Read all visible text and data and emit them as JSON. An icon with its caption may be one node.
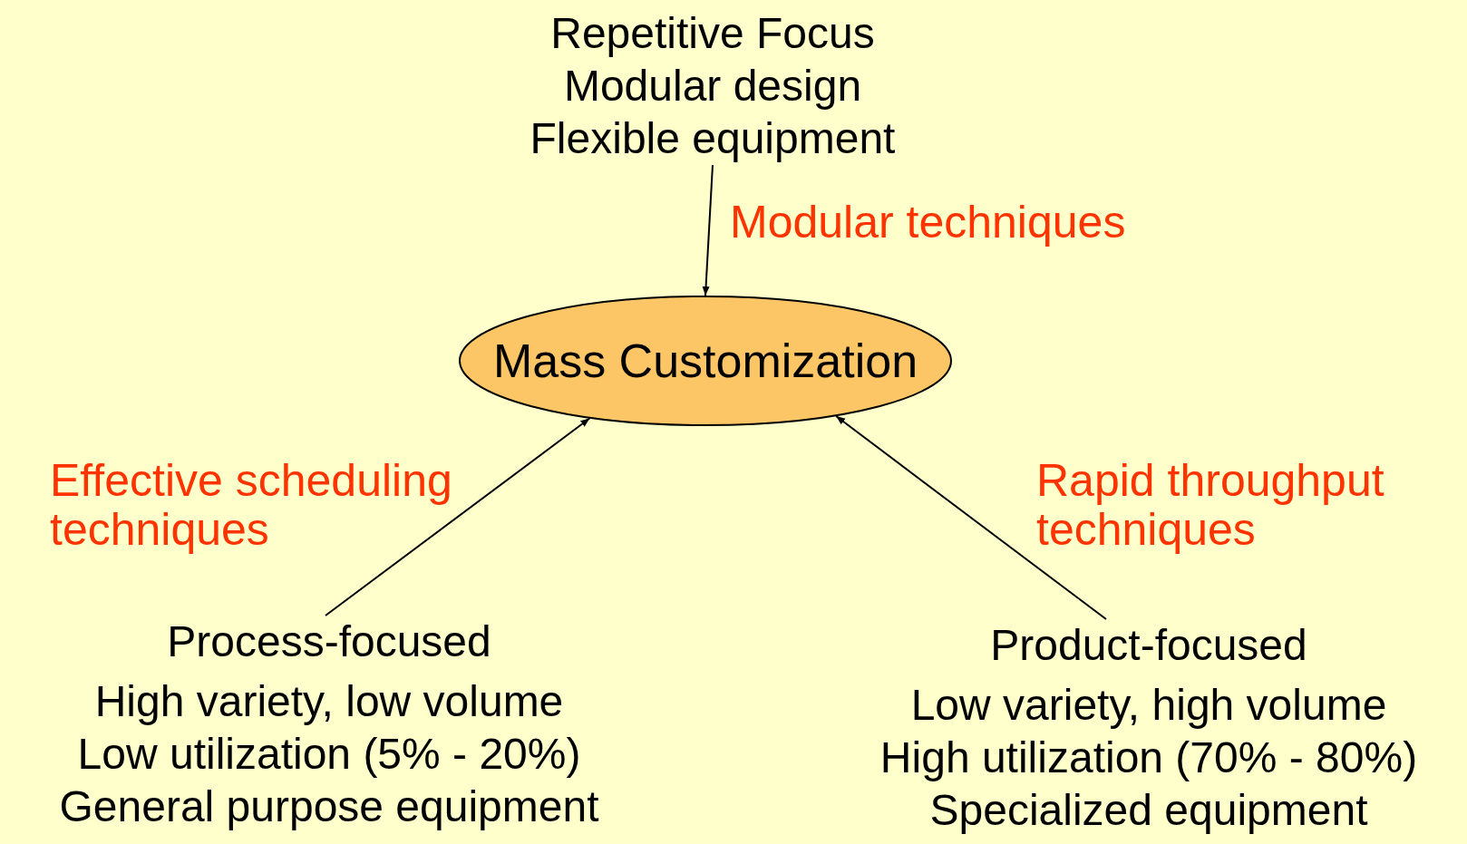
{
  "diagram": {
    "nodes": [
      {
        "text": [
          "Repetitive Focus",
          "Modular design",
          "Flexible equipment"
        ]
      },
      {
        "text": [
          "Mass Customization"
        ]
      },
      {
        "text": [
          "Process-focused",
          "High variety, low volume",
          "Low utilization (5% - 20%)",
          "General purpose equipment"
        ]
      },
      {
        "text": [
          "Product-focused",
          "Low variety, high volume",
          "High utilization (70% - 80%)",
          "Specialized equipment"
        ]
      }
    ],
    "edges": [
      {
        "from": 0,
        "to": 1,
        "arrow": "to",
        "label": "Modular techniques"
      },
      {
        "from": 2,
        "to": 1,
        "arrow": "to",
        "label": "Effective scheduling techniques"
      },
      {
        "from": 3,
        "to": 1,
        "arrow": "to",
        "label": "Rapid throughput techniques"
      }
    ]
  }
}
